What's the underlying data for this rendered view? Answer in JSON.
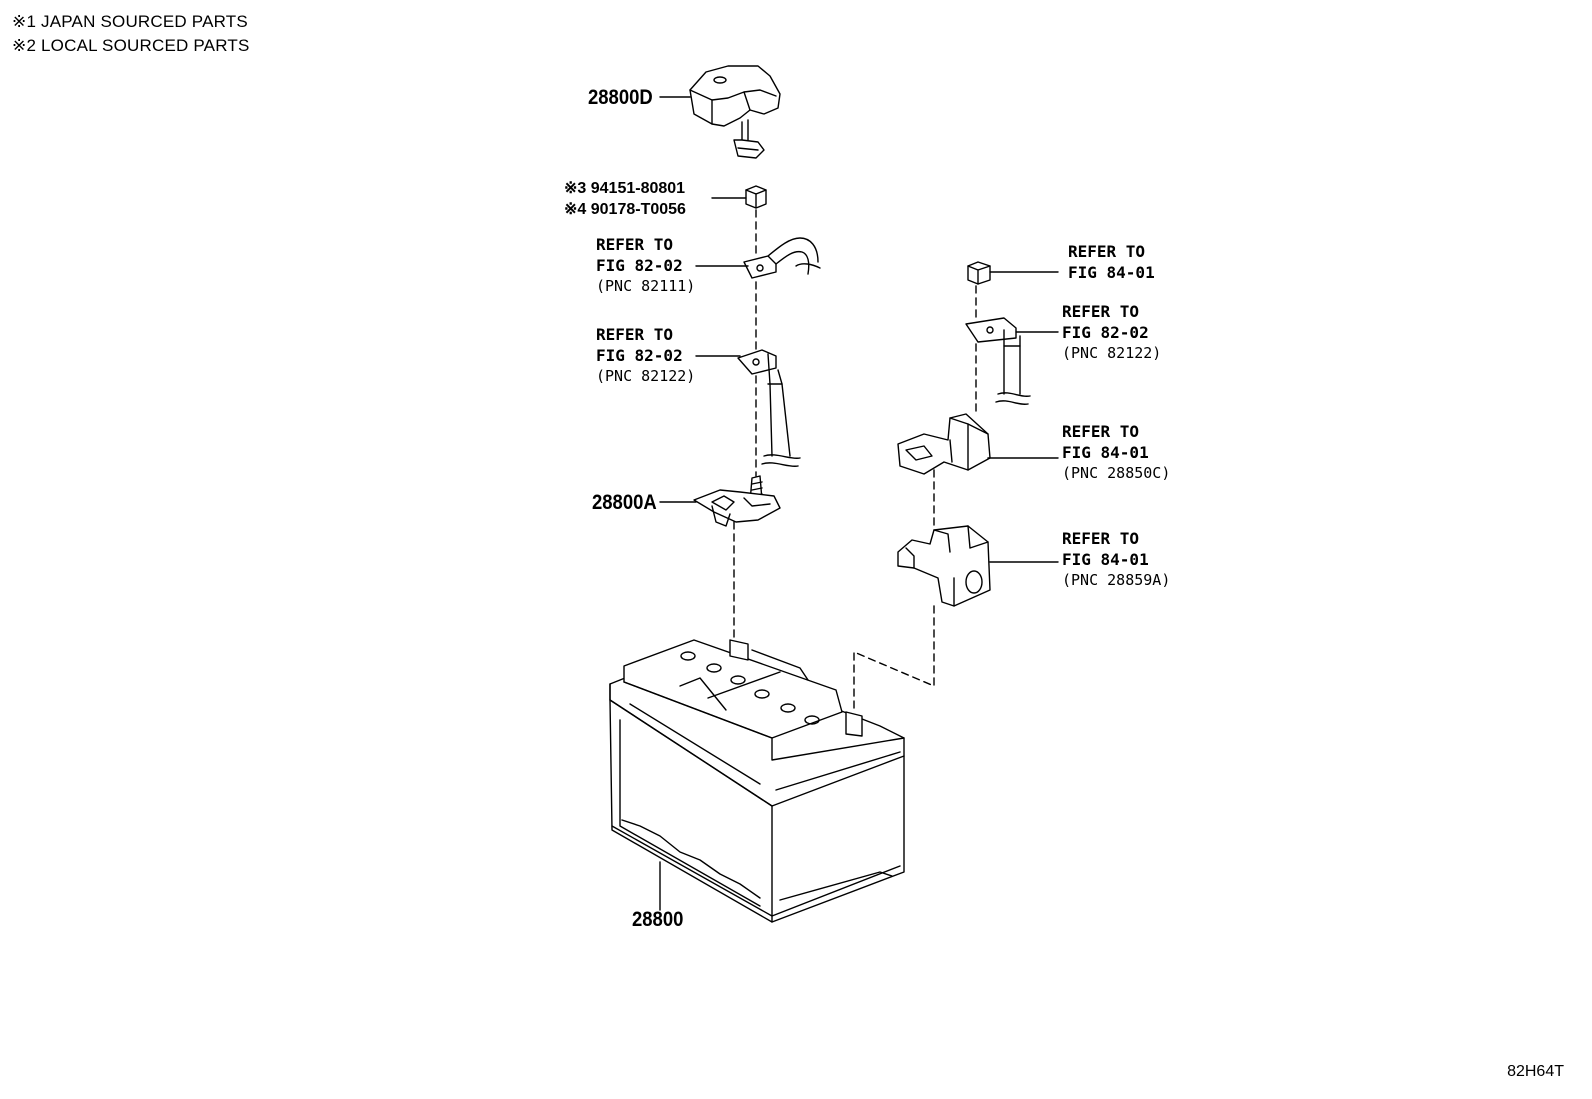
{
  "legend": [
    "※1 JAPAN SOURCED PARTS",
    "※2 LOCAL SOURCED PARTS"
  ],
  "parts": {
    "cover": "28800D",
    "nut_a": "※3 94151-80801",
    "nut_b": "※4 90178-T0056",
    "clamp": "28800A",
    "battery": "28800"
  },
  "refs": [
    {
      "line1": "REFER TO",
      "line2": "FIG 82-02",
      "pnc": "(PNC 82111)"
    },
    {
      "line1": "REFER TO",
      "line2": "FIG 82-02",
      "pnc": "(PNC 82122)"
    },
    {
      "line1": "REFER TO",
      "line2": "FIG 84-01",
      "pnc": ""
    },
    {
      "line1": "REFER TO",
      "line2": "FIG 82-02",
      "pnc": "(PNC 82122)"
    },
    {
      "line1": "REFER TO",
      "line2": "FIG 84-01",
      "pnc": "(PNC 28850C)"
    },
    {
      "line1": "REFER TO",
      "line2": "FIG 84-01",
      "pnc": "(PNC 28859A)"
    }
  ],
  "figure_code": "82H64T"
}
